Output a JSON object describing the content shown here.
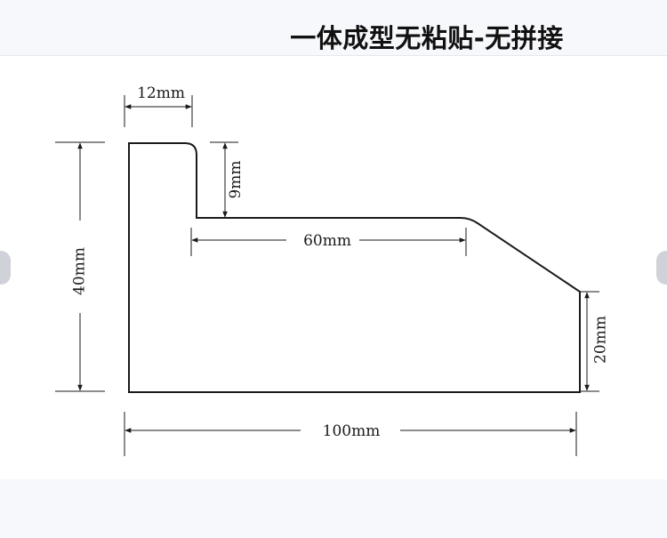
{
  "header": {
    "title": "一体成型无粘贴-无拼接"
  },
  "diagram": {
    "dimensions": {
      "top_width": "12mm",
      "step_height": "9mm",
      "middle_length": "60mm",
      "total_height": "40mm",
      "right_height": "20mm",
      "total_width": "100mm"
    }
  },
  "colors": {
    "stroke": "#1a1a1a",
    "background": "#ffffff",
    "band": "#f7f8fb"
  }
}
